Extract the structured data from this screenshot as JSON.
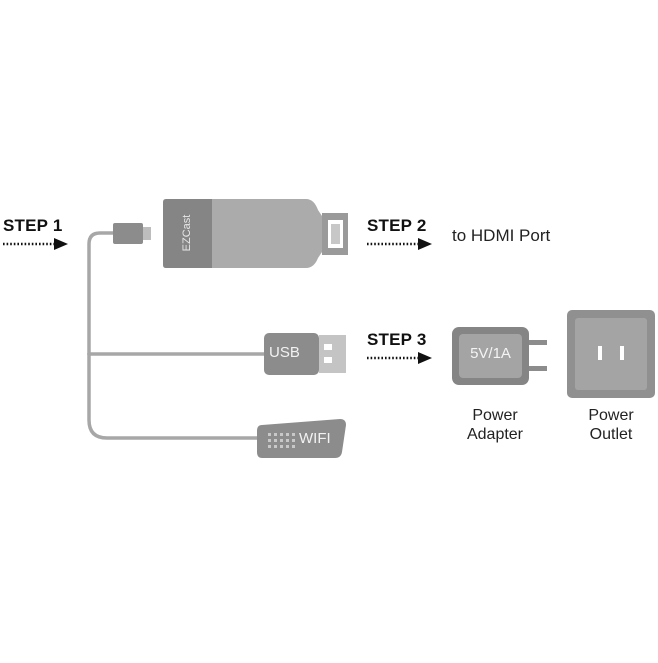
{
  "steps": {
    "step1": "STEP 1",
    "step2": "STEP 2",
    "step3": "STEP 3"
  },
  "device": {
    "brand": "EZCast"
  },
  "hdmi": {
    "destination": "to HDMI Port"
  },
  "usb": {
    "label": "USB"
  },
  "wifi": {
    "label": "WIFI"
  },
  "adapter": {
    "rating": "5V/1A",
    "caption_line1": "Power",
    "caption_line2": "Adapter"
  },
  "outlet": {
    "caption_line1": "Power",
    "caption_line2": "Outlet"
  },
  "colors": {
    "dongle_dark": "#858585",
    "dongle_light": "#ababab",
    "cable": "#a7a7a7",
    "connector": "#8c8c8c",
    "arrow": "#111111"
  }
}
